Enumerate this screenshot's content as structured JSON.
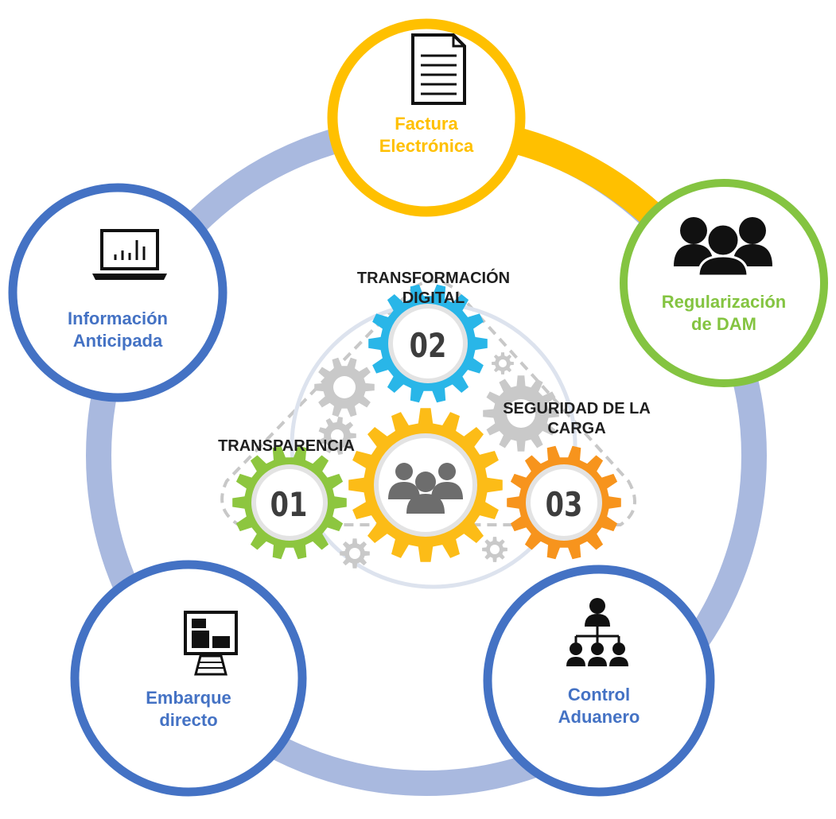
{
  "colors": {
    "ring": "#a9b9df",
    "blue": "#4472c4",
    "yellow": "#ffc000",
    "green": "#84c441",
    "gear_green": "#8dc63f",
    "gear_blue": "#29b6e8",
    "gear_yellow": "#fcbc17",
    "gear_orange": "#f7941d",
    "gear_gray": "#c9c9c9",
    "dark_icon": "#111111",
    "label_dark": "#1f1f1f",
    "number_text": "#3d3d3d"
  },
  "nodes": [
    {
      "id": "factura",
      "label_lines": [
        "Factura",
        "Electrónica"
      ],
      "color": "yellow",
      "icon": "document-icon"
    },
    {
      "id": "regularizacion",
      "label_lines": [
        "Regularización",
        "de DAM"
      ],
      "color": "green",
      "icon": "group-icon"
    },
    {
      "id": "control",
      "label_lines": [
        "Control",
        "Aduanero"
      ],
      "color": "blue",
      "icon": "org-chart-icon"
    },
    {
      "id": "embarque",
      "label_lines": [
        "Embarque",
        "directo"
      ],
      "color": "blue",
      "icon": "monitor-icon"
    },
    {
      "id": "informacion",
      "label_lines": [
        "Información",
        "Anticipada"
      ],
      "color": "blue",
      "icon": "laptop-chart-icon"
    }
  ],
  "pillars": [
    {
      "id": "transparencia",
      "label_lines": [
        "TRANSPARENCIA"
      ],
      "number": "01"
    },
    {
      "id": "transformacion",
      "label_lines": [
        "TRANSFORMACIÓN",
        "DIGITAL"
      ],
      "number": "02"
    },
    {
      "id": "seguridad",
      "label_lines": [
        "SEGURIDAD DE LA",
        "CARGA"
      ],
      "number": "03"
    }
  ],
  "center_icon": "people-icon"
}
